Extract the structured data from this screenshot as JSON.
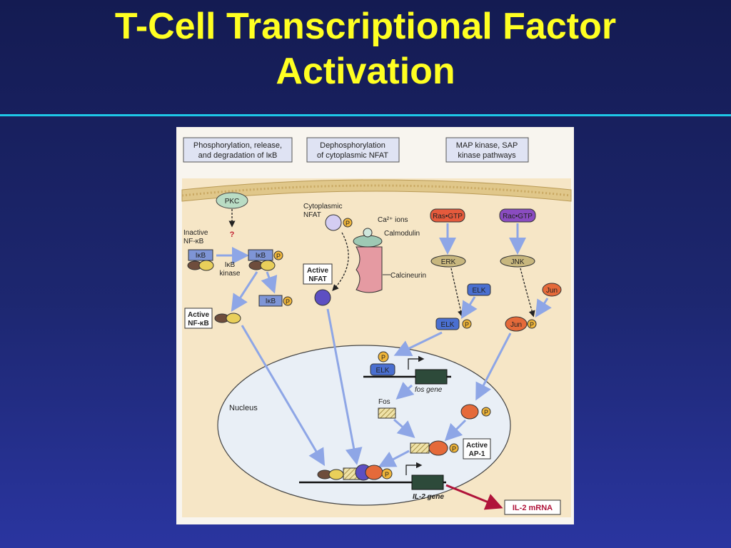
{
  "slide": {
    "title_line1": "T-Cell Transcriptional Factor",
    "title_line2": "Activation"
  },
  "colors": {
    "title": "#ffff22",
    "rule": "#1ec8e8",
    "background": "#1d2770",
    "cytoplasm": "#f6e6c6",
    "membrane": "#e0c78a",
    "nucleus": "#e9eff6",
    "arrow": "#8ea6e6",
    "mrna_arrow": "#b0143a"
  },
  "diagram": {
    "boxes": {
      "box1_line1": "Phosphorylation, release,",
      "box1_line2": "and degradation of IκB",
      "box2_line1": "Dephosphorylation",
      "box2_line2": "of cytoplasmic NFAT",
      "box3_line1": "MAP kinase, SAP",
      "box3_line2": "kinase pathways"
    },
    "labels": {
      "pkc": "PKC",
      "question": "?",
      "inactive_line1": "Inactive",
      "inactive_line2": "NF-κB",
      "ikb": "IκB",
      "ikb_kinase_line1": "IκB",
      "ikb_kinase_line2": "kinase",
      "p": "P",
      "active_nfkb_line1": "Active",
      "active_nfkb_line2": "NF-κB",
      "cyto_nfat_line1": "Cytoplasmic",
      "cyto_nfat_line2": "NFAT",
      "ca_ions": "Ca²⁺ ions",
      "calmodulin": "Calmodulin",
      "calcineurin": "Calcineurin",
      "active_nfat_line1": "Active",
      "active_nfat_line2": "NFAT",
      "ras_gtp": "Ras•GTP",
      "rac_gtp": "Rac•GTP",
      "erk": "ERK",
      "jnk": "JNK",
      "elk": "ELK",
      "jun": "Jun",
      "fos_gene": "fos gene",
      "fos": "Fos",
      "nucleus": "Nucleus",
      "active_ap1_line1": "Active",
      "active_ap1_line2": "AP-1",
      "il2_gene": "IL-2 gene",
      "il2_mrna": "IL-2 mRNA"
    }
  }
}
